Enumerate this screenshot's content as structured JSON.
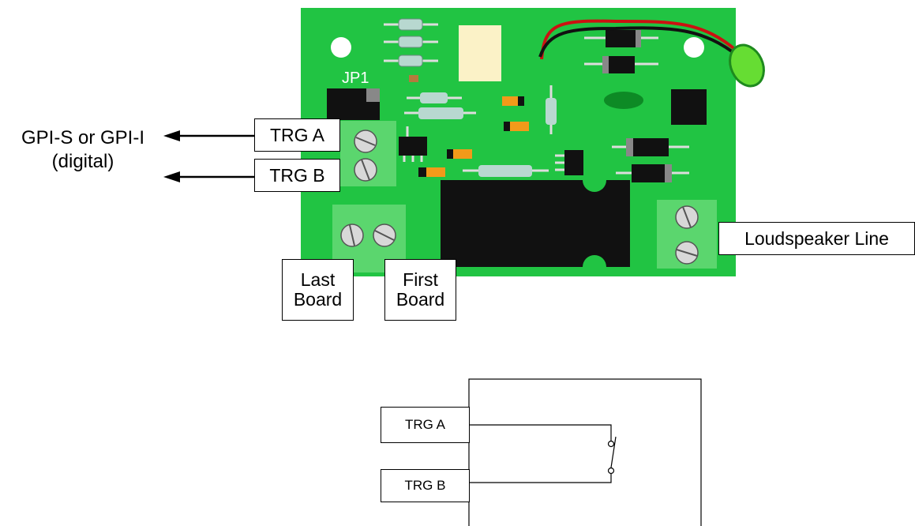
{
  "board_labels": {
    "trg_a": "TRG A",
    "trg_b": "TRG B",
    "loudspeaker": "Loudspeaker Line",
    "last_board_1": "Last",
    "last_board_2": "Board",
    "first_board_1": "First",
    "first_board_2": "Board",
    "jp1": "JP1"
  },
  "gpi_labels": {
    "line1": "GPI-S or GPI-I",
    "line2": "(digital)"
  },
  "schematic": {
    "trg_a": "TRG A",
    "trg_b": "TRG B"
  },
  "colors": {
    "board_green": "#21c443",
    "terminal_green": "#5bd66e",
    "component_black": "#111111",
    "led_green": "#66dd33",
    "wire_red": "#cc1111"
  }
}
